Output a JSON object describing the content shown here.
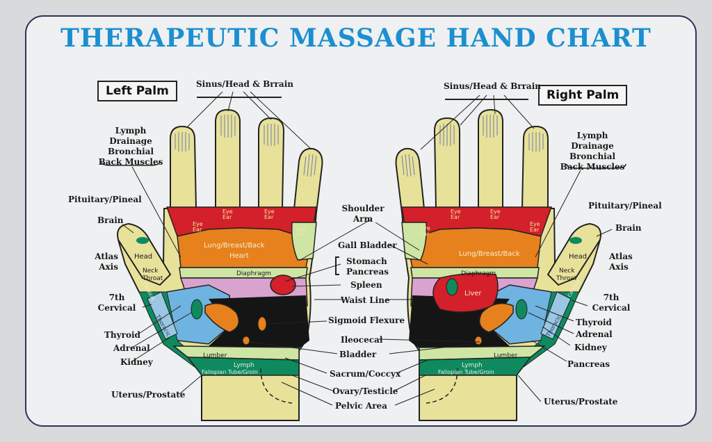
{
  "title": "THERAPEUTIC MASSAGE HAND CHART",
  "left_palm": "Left Palm",
  "right_palm": "Right Palm",
  "labels": {
    "sinus_l": "Sinus/Head & Brrain",
    "sinus_r": "Sinus/Head & Brrain",
    "lymph_l": "Lymph Drainage\nBronchial\nBack Muscles",
    "lymph_r": "Lymph Drainage\nBronchial\nBack Muscles",
    "pituitary_l": "Pituitary/Pineal",
    "pituitary_r": "Pituitary/Pineal",
    "brain_l": "Brain",
    "brain_r": "Brain",
    "atlas_l": "Atlas\nAxis",
    "atlas_r": "Atlas\nAxis",
    "cervical_l": "7th\nCervical",
    "cervical_r": "7th\nCervical",
    "thyroid_l": "Thyroid",
    "thyroid_r": "Thyroid",
    "adrenal_l": "Adrenal",
    "adrenal_r": "Adrenal",
    "kidney_l": "Kidney",
    "kidney_r": "Kidney",
    "pancreas_r": "Pancreas",
    "uterus_l": "Uterus/Prostate",
    "uterus_r": "Uterus/Prostate",
    "shoulder": "Shoulder\nArm",
    "gall": "Gall Bladder",
    "stomach": "Stomach\nPancreas",
    "spleen": "Spleen",
    "waist": "Waist Line",
    "sigmoid": "Sigmoid Flexure",
    "ileocecal": "Ileocecal",
    "bladder": "Bladder",
    "sacrum": "Sacrum/Coccyx",
    "ovary": "Ovary/Testicle",
    "pelvic": "Pelvic Area"
  },
  "zones": {
    "eye": "Eye",
    "ear": "Ear",
    "lung_l": "Lung/Breast/Back\nHeart",
    "lung_r": "Lung/Breast/Back",
    "diaphragm": "Diaphragm",
    "liver": "Liver",
    "head": "Head",
    "neck": "Neck\nThroat",
    "cervical": "Cervical",
    "thoracic": "Thoracic",
    "lumber": "Lumber",
    "lymph": "Lymph",
    "fallopian": "Fallopian Tube/Groin"
  },
  "colors": {
    "title": "#1b8fd0",
    "skin": "#e8e19a",
    "red": "#d4202a",
    "orange": "#e7811e",
    "green": "#0f8a5f",
    "black": "#151515",
    "pink": "#d9a3d0",
    "blue": "#6fb3e0",
    "light_green": "#cfe5a3",
    "border": "#2a3556"
  }
}
